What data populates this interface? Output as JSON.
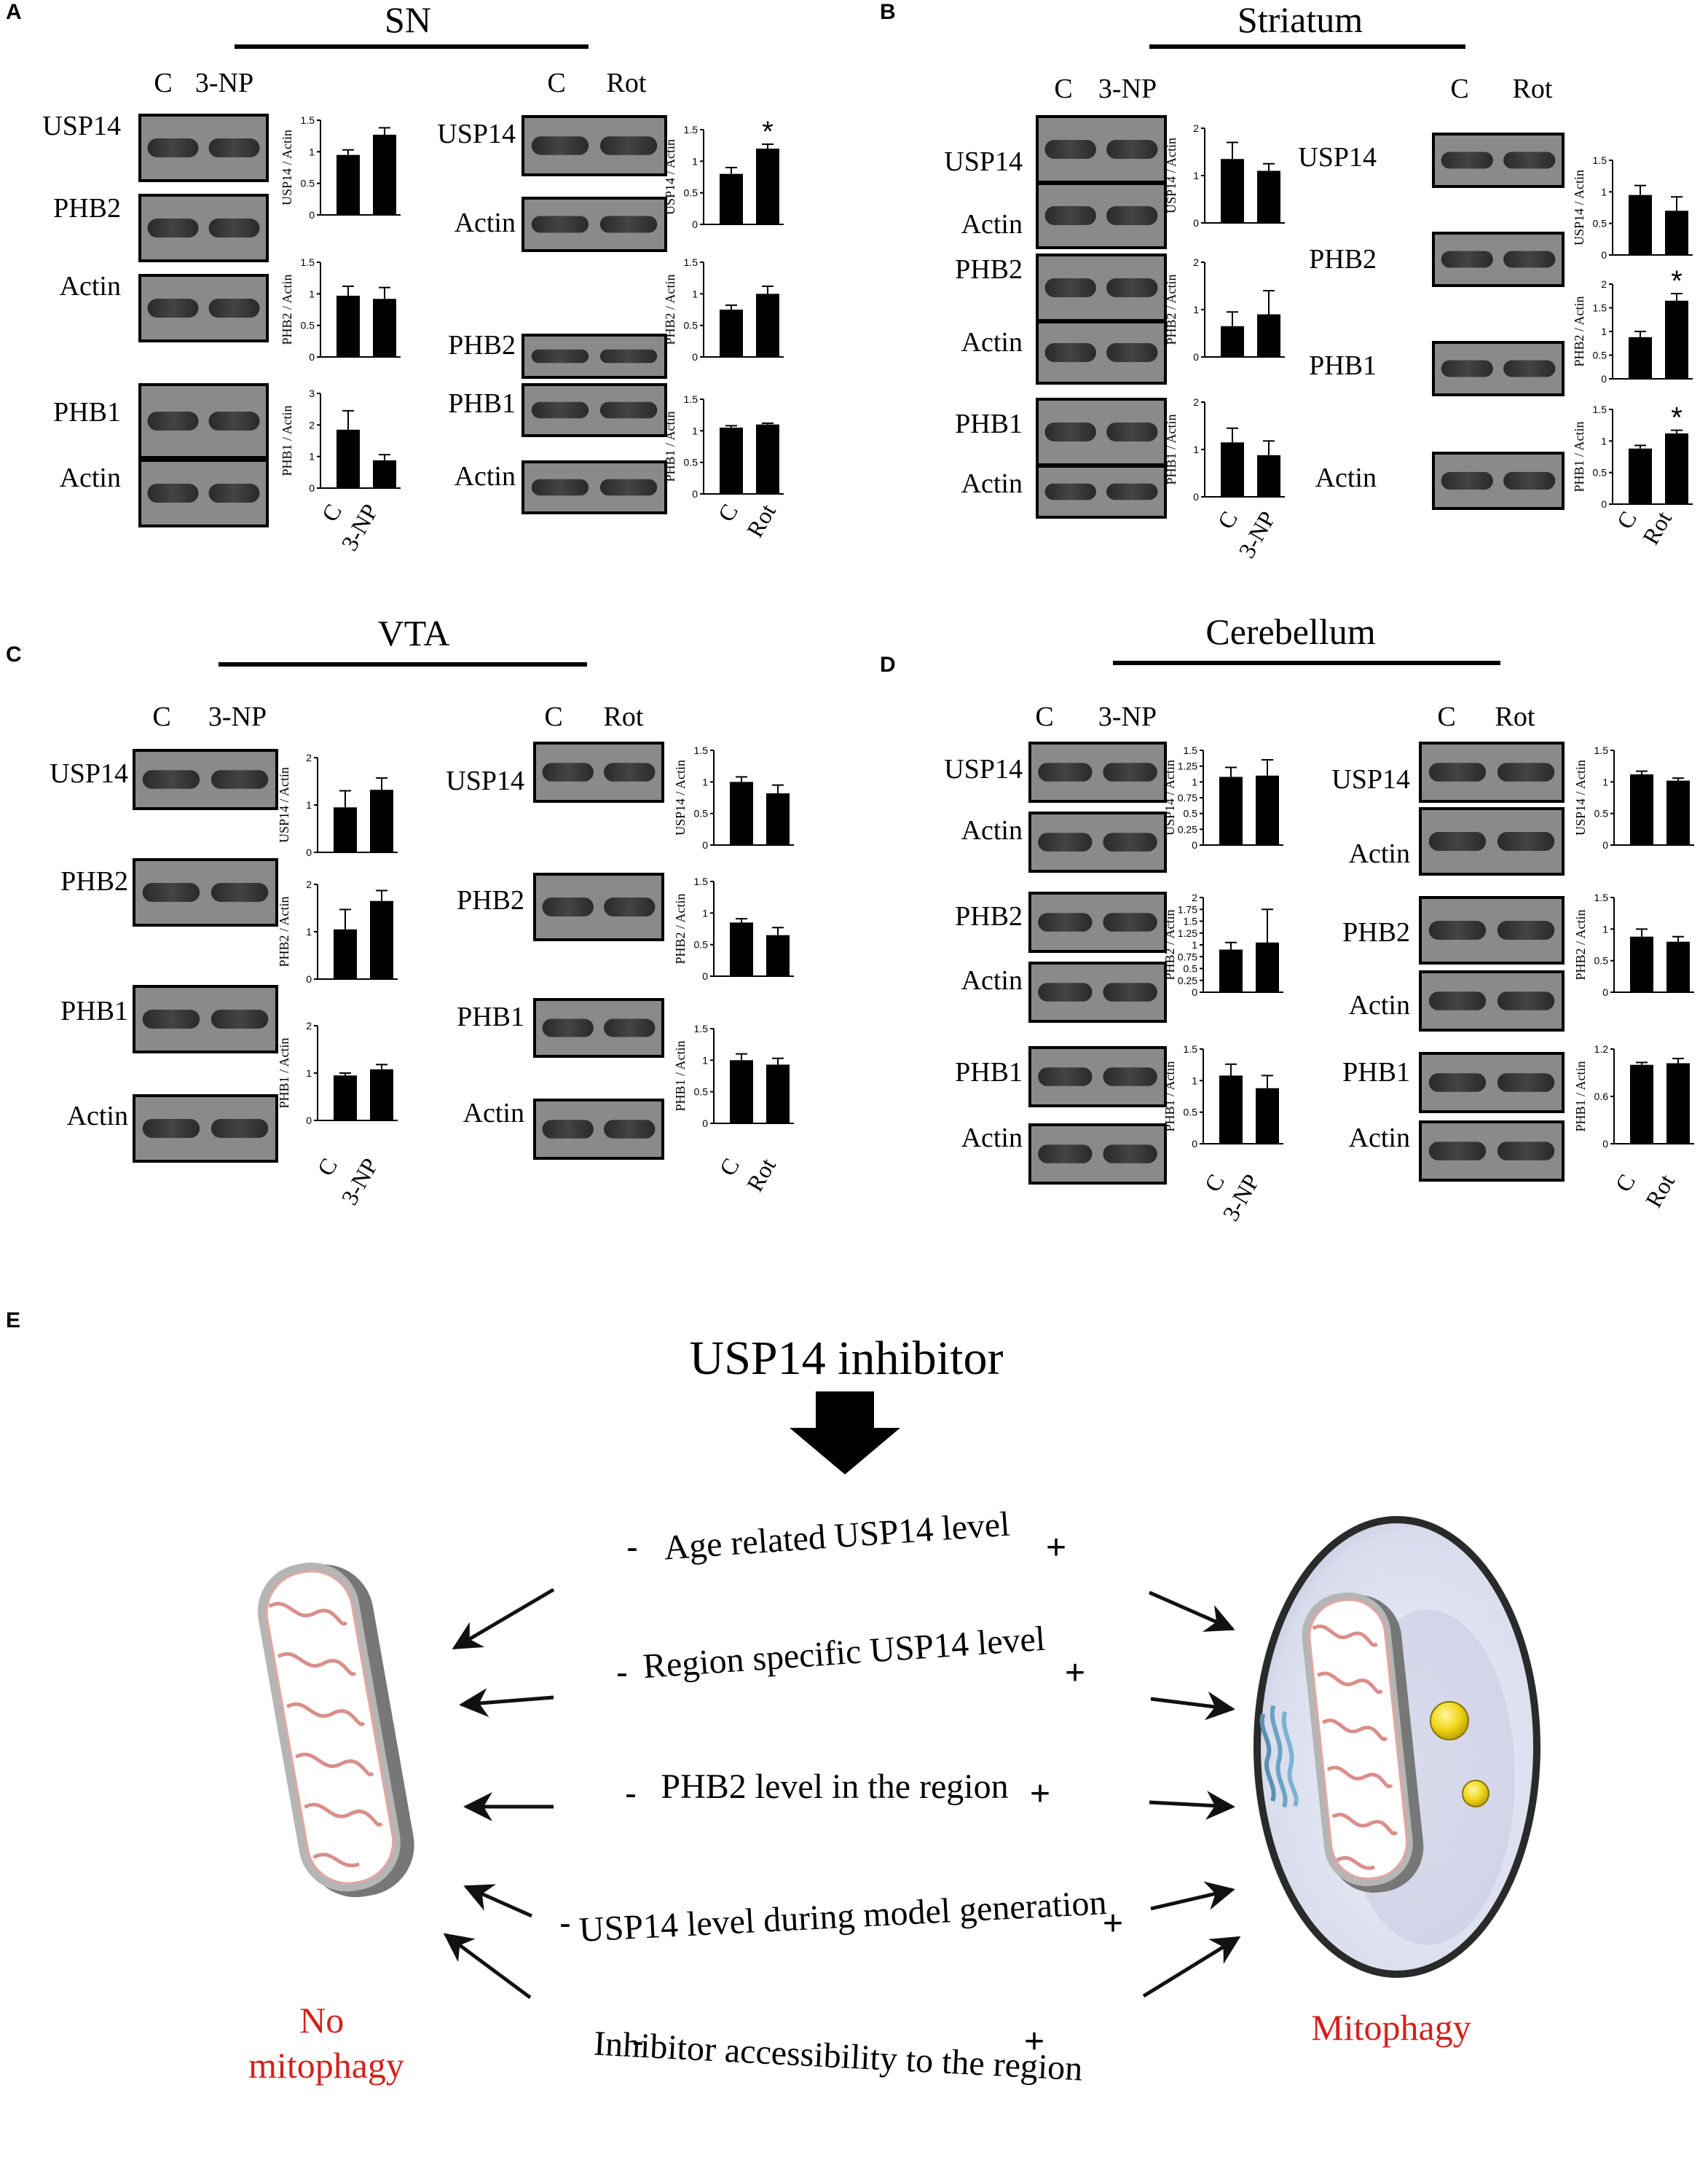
{
  "panels": [
    {
      "letter": "A",
      "region": "SN",
      "groups": [
        {
          "model": "3-NP",
          "lane_labels": [
            "C",
            "3-NP"
          ],
          "blots": [
            "USP14",
            "PHB2",
            "Actin",
            "PHB1",
            "Actin"
          ],
          "charts": [
            {
              "ylabel": "USP14 / Actin",
              "ylim": [
                0,
                1.5
              ],
              "ticks": [
                "0",
                "0.5",
                "1",
                "1.5"
              ],
              "values": [
                0.95,
                1.27
              ],
              "errors": [
                0.08,
                0.11
              ],
              "star": false
            },
            {
              "ylabel": "PHB2 / Actin",
              "ylim": [
                0,
                1.5
              ],
              "ticks": [
                "0",
                "0.5",
                "1",
                "1.5"
              ],
              "values": [
                0.97,
                0.92
              ],
              "errors": [
                0.15,
                0.18
              ],
              "star": false
            },
            {
              "ylabel": "PHB1 / Actin",
              "ylim": [
                0,
                3
              ],
              "ticks": [
                "0",
                "1",
                "2",
                "3"
              ],
              "values": [
                1.85,
                0.88
              ],
              "errors": [
                0.6,
                0.18
              ],
              "star": false
            }
          ]
        },
        {
          "model": "Rot",
          "lane_labels": [
            "C",
            "Rot"
          ],
          "blots": [
            "USP14",
            "Actin",
            "PHB2",
            "PHB1",
            "Actin"
          ],
          "charts": [
            {
              "ylabel": "USP14 / Actin",
              "ylim": [
                0,
                1.5
              ],
              "ticks": [
                "0",
                "0.5",
                "1",
                "1.5"
              ],
              "values": [
                0.8,
                1.2
              ],
              "errors": [
                0.1,
                0.07
              ],
              "star": true
            },
            {
              "ylabel": "PHB2 / Actin",
              "ylim": [
                0,
                1.5
              ],
              "ticks": [
                "0",
                "0.5",
                "1",
                "1.5"
              ],
              "values": [
                0.75,
                1.0
              ],
              "errors": [
                0.07,
                0.12
              ],
              "star": false
            },
            {
              "ylabel": "PHB1 / Actin",
              "ylim": [
                0,
                1.5
              ],
              "ticks": [
                "0",
                "0.5",
                "1",
                "1.5"
              ],
              "values": [
                1.05,
                1.1
              ],
              "errors": [
                0.03,
                0.02
              ],
              "star": false
            }
          ]
        }
      ]
    },
    {
      "letter": "B",
      "region": "Striatum",
      "groups": [
        {
          "model": "3-NP",
          "lane_labels": [
            "C",
            "3-NP"
          ],
          "blots": [
            "USP14",
            "Actin",
            "PHB2",
            "Actin",
            "PHB1",
            "Actin"
          ],
          "charts": [
            {
              "ylabel": "USP14 / Actin",
              "ylim": [
                0,
                2
              ],
              "ticks": [
                "0",
                "1",
                "2"
              ],
              "values": [
                1.35,
                1.1
              ],
              "errors": [
                0.35,
                0.15
              ],
              "star": false
            },
            {
              "ylabel": "PHB2 / Actin",
              "ylim": [
                0,
                2
              ],
              "ticks": [
                "0",
                "1",
                "2"
              ],
              "values": [
                0.65,
                0.9
              ],
              "errors": [
                0.3,
                0.5
              ],
              "star": false
            },
            {
              "ylabel": "PHB1 / Actin",
              "ylim": [
                0,
                2
              ],
              "ticks": [
                "0",
                "1",
                "2"
              ],
              "values": [
                1.15,
                0.88
              ],
              "errors": [
                0.3,
                0.3
              ],
              "star": false
            }
          ]
        },
        {
          "model": "Rot",
          "lane_labels": [
            "C",
            "Rot"
          ],
          "blots": [
            "USP14",
            "PHB2",
            "PHB1",
            "Actin"
          ],
          "charts": [
            {
              "ylabel": "USP14 / Actin",
              "ylim": [
                0,
                1.5
              ],
              "ticks": [
                "0",
                "0.5",
                "1",
                "1.5"
              ],
              "values": [
                0.95,
                0.7
              ],
              "errors": [
                0.15,
                0.22
              ],
              "star": false
            },
            {
              "ylabel": "PHB2 / Actin",
              "ylim": [
                0,
                2
              ],
              "ticks": [
                "0",
                "0.5",
                "1",
                "1.5",
                "2"
              ],
              "values": [
                0.88,
                1.65
              ],
              "errors": [
                0.12,
                0.15
              ],
              "star": true
            },
            {
              "ylabel": "PHB1 / Actin",
              "ylim": [
                0,
                1.5
              ],
              "ticks": [
                "0",
                "0.5",
                "1",
                "1.5"
              ],
              "values": [
                0.88,
                1.12
              ],
              "errors": [
                0.05,
                0.05
              ],
              "star": true
            }
          ]
        }
      ]
    },
    {
      "letter": "C",
      "region": "VTA",
      "groups": [
        {
          "model": "3-NP",
          "lane_labels": [
            "C",
            "3-NP"
          ],
          "blots": [
            "USP14",
            "PHB2",
            "PHB1",
            "Actin"
          ],
          "charts": [
            {
              "ylabel": "USP14 / Actin",
              "ylim": [
                0,
                2
              ],
              "ticks": [
                "0",
                "1",
                "2"
              ],
              "values": [
                0.95,
                1.32
              ],
              "errors": [
                0.35,
                0.25
              ],
              "star": false
            },
            {
              "ylabel": "PHB2 / Actin",
              "ylim": [
                0,
                2
              ],
              "ticks": [
                "0",
                "1",
                "2"
              ],
              "values": [
                1.05,
                1.65
              ],
              "errors": [
                0.42,
                0.22
              ],
              "star": false
            },
            {
              "ylabel": "PHB1 / Actin",
              "ylim": [
                0,
                2
              ],
              "ticks": [
                "0",
                "1",
                "2"
              ],
              "values": [
                0.95,
                1.08
              ],
              "errors": [
                0.05,
                0.1
              ],
              "star": false
            }
          ]
        },
        {
          "model": "Rot",
          "lane_labels": [
            "C",
            "Rot"
          ],
          "blots": [
            "USP14",
            "PHB2",
            "PHB1",
            "Actin"
          ],
          "charts": [
            {
              "ylabel": "USP14 / Actin",
              "ylim": [
                0,
                1.5
              ],
              "ticks": [
                "0",
                "0.5",
                "1",
                "1.5"
              ],
              "values": [
                1.0,
                0.82
              ],
              "errors": [
                0.08,
                0.13
              ],
              "star": false
            },
            {
              "ylabel": "PHB2 / Actin",
              "ylim": [
                0,
                1.5
              ],
              "ticks": [
                "0",
                "0.5",
                "1",
                "1.5"
              ],
              "values": [
                0.85,
                0.65
              ],
              "errors": [
                0.06,
                0.12
              ],
              "star": false
            },
            {
              "ylabel": "PHB1 / Actin",
              "ylim": [
                0,
                1.5
              ],
              "ticks": [
                "0",
                "0.5",
                "1",
                "1.5"
              ],
              "values": [
                1.0,
                0.93
              ],
              "errors": [
                0.1,
                0.1
              ],
              "star": false
            }
          ]
        }
      ]
    },
    {
      "letter": "D",
      "region": "Cerebellum",
      "groups": [
        {
          "model": "3-NP",
          "lane_labels": [
            "C",
            "3-NP"
          ],
          "blots": [
            "USP14",
            "Actin",
            "PHB2",
            "Actin",
            "PHB1",
            "Actin"
          ],
          "charts": [
            {
              "ylabel": "USP14 / Actin",
              "ylim": [
                0,
                1.5
              ],
              "ticks": [
                "0",
                "0.25",
                "0.5",
                "0.75",
                "1",
                "1.25",
                "1.5"
              ],
              "values": [
                1.08,
                1.1
              ],
              "errors": [
                0.15,
                0.25
              ],
              "star": false
            },
            {
              "ylabel": "PHB2 / Actin",
              "ylim": [
                0,
                2
              ],
              "ticks": [
                "0",
                "0.25",
                "0.5",
                "0.75",
                "1",
                "1.25",
                "1.5",
                "1.75",
                "2"
              ],
              "values": [
                0.9,
                1.05
              ],
              "errors": [
                0.15,
                0.7
              ],
              "star": false
            },
            {
              "ylabel": "PHB1 / Actin",
              "ylim": [
                0,
                1.5
              ],
              "ticks": [
                "0",
                "0.5",
                "1",
                "1.5"
              ],
              "values": [
                1.08,
                0.88
              ],
              "errors": [
                0.18,
                0.2
              ],
              "star": false
            }
          ]
        },
        {
          "model": "Rot",
          "lane_labels": [
            "C",
            "Rot"
          ],
          "blots": [
            "USP14",
            "Actin",
            "PHB2",
            "Actin",
            "PHB1",
            "Actin"
          ],
          "charts": [
            {
              "ylabel": "USP14 / Actin",
              "ylim": [
                0,
                1.5
              ],
              "ticks": [
                "0",
                "0.5",
                "1",
                "1.5"
              ],
              "values": [
                1.12,
                1.02
              ],
              "errors": [
                0.05,
                0.04
              ],
              "star": false
            },
            {
              "ylabel": "PHB2 / Actin",
              "ylim": [
                0,
                1.5
              ],
              "ticks": [
                "0",
                "0.5",
                "1",
                "1.5"
              ],
              "values": [
                0.88,
                0.8
              ],
              "errors": [
                0.12,
                0.08
              ],
              "star": false
            },
            {
              "ylabel": "PHB1 / Actin",
              "ylim": [
                0,
                1.2
              ],
              "ticks": [
                "0",
                "0.6",
                "1.2"
              ],
              "values": [
                1.0,
                1.02
              ],
              "errors": [
                0.03,
                0.06
              ],
              "star": false
            }
          ]
        }
      ]
    }
  ],
  "panel_e": {
    "letter": "E",
    "title": "USP14 inhibitor",
    "factors": [
      "Age related USP14 level",
      "Region specific USP14 level",
      "PHB2 level in the region",
      "USP14 level during model generation",
      "Inhibitor accessibility to the region"
    ],
    "minus": "-",
    "plus": "+",
    "left_outcome": "No mitophagy",
    "right_outcome": "Mitophagy",
    "outcome_color": "#d4211c"
  }
}
